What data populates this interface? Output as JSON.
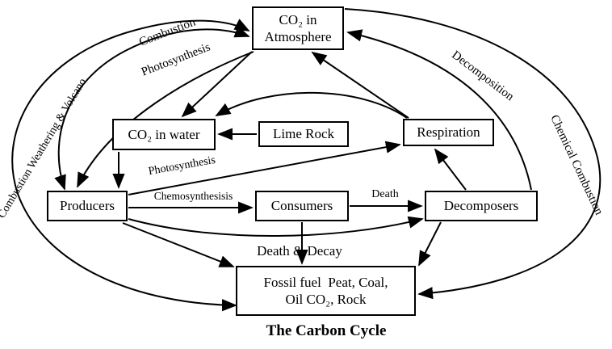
{
  "title": "The Carbon Cycle",
  "colors": {
    "line": "#000000",
    "background": "#ffffff",
    "text": "#000000"
  },
  "nodes": {
    "atmosphere": {
      "line1": "CO₂ in",
      "line2": "Atmosphere"
    },
    "co2_water": {
      "label": "CO₂ in water"
    },
    "lime_rock": {
      "label": "Lime Rock"
    },
    "respiration": {
      "label": "Respiration"
    },
    "producers": {
      "label": "Producers"
    },
    "consumers": {
      "label": "Consumers"
    },
    "decomposers": {
      "label": "Decomposers"
    },
    "fossil_fuel": {
      "line1": "Fossil fuel  Peat, Coal,",
      "line2": "Oil CO₂, Rock"
    }
  },
  "edge_labels": {
    "combustion": "Combustion",
    "photosynthesis_top": "Photosynthesis",
    "weathering_volcano": "Combustion Weathering & Volcano",
    "decomposition": "Decomposition",
    "chemical_combustion": "Chemical Combustion",
    "photosynthesis_mid": "Photosynthesis",
    "chemosynthesis": "Chemosynthesisis",
    "death": "Death",
    "death_decay": "Death & Decay"
  },
  "edges": [
    {
      "from": "Fossil fuel",
      "to": "CO₂ in Atmosphere",
      "label": "Combustion Weathering & Volcano"
    },
    {
      "from": "Producers",
      "to": "CO₂ in Atmosphere",
      "label": "Combustion"
    },
    {
      "from": "CO₂ in Atmosphere",
      "to": "Producers",
      "label": "Photosynthesis"
    },
    {
      "from": "CO₂ in Atmosphere",
      "to": "CO₂ in water",
      "label": ""
    },
    {
      "from": "Respiration",
      "to": "CO₂ in water",
      "label": ""
    },
    {
      "from": "Lime Rock",
      "to": "CO₂ in water",
      "label": ""
    },
    {
      "from": "CO₂ in water",
      "to": "Producers",
      "label": ""
    },
    {
      "from": "Producers",
      "to": "Respiration",
      "label": "Photosynthesis"
    },
    {
      "from": "Producers",
      "to": "Consumers",
      "label": "Chemosynthesisis"
    },
    {
      "from": "Consumers",
      "to": "Decomposers",
      "label": "Death"
    },
    {
      "from": "Respiration",
      "to": "CO₂ in Atmosphere",
      "label": ""
    },
    {
      "from": "Decomposers",
      "to": "Respiration",
      "label": ""
    },
    {
      "from": "Decomposers",
      "to": "CO₂ in Atmosphere",
      "label": "Decomposition"
    },
    {
      "from": "CO₂ in Atmosphere",
      "to": "Fossil fuel",
      "label": "Chemical Combustion"
    },
    {
      "from": "Consumers",
      "to": "Fossil fuel",
      "label": "Death & Decay"
    },
    {
      "from": "Producers",
      "to": "Decomposers",
      "label": ""
    },
    {
      "from": "Producers",
      "to": "Fossil fuel",
      "label": ""
    },
    {
      "from": "Decomposers",
      "to": "Fossil fuel",
      "label": ""
    }
  ]
}
